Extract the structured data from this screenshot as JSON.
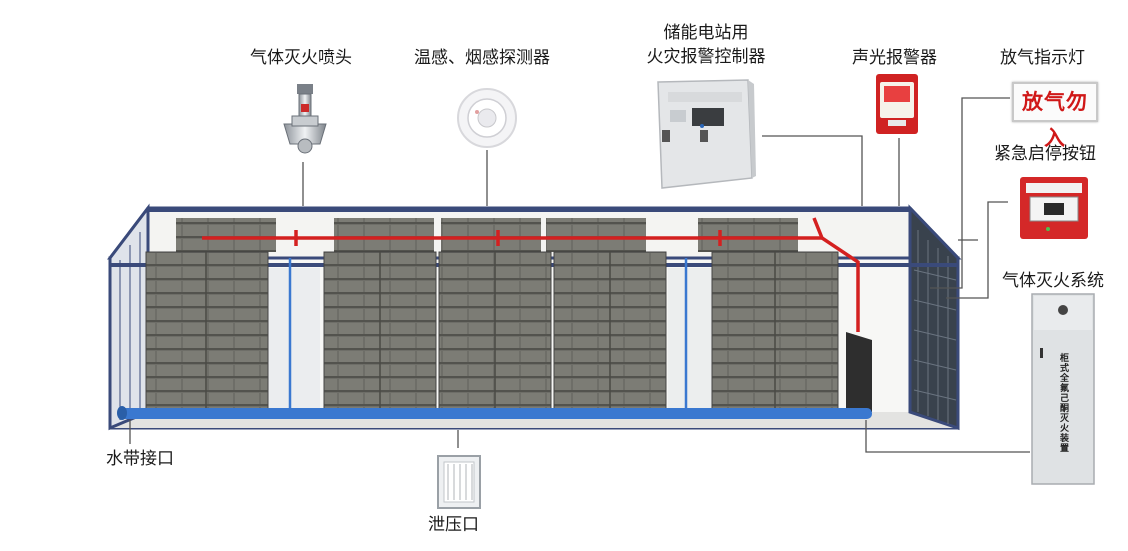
{
  "labels": {
    "nozzle": "气体灭火喷头",
    "detector": "温感、烟感探测器",
    "controller_line1": "储能电站用",
    "controller_line2": "火灾报警控制器",
    "alarm": "声光报警器",
    "release_light": "放气指示灯",
    "emergency_button": "紧急启停按钮",
    "gas_system": "气体灭火系统",
    "hose_port": "水带接口",
    "pressure_relief": "泄压口"
  },
  "devices": {
    "release_sign_text": "放气勿入",
    "cabinet_vertical_text": "柜式全氟己酮灭火装置",
    "icons": [
      "nozzle-icon",
      "smoke-detector-icon",
      "alarm-controller-panel",
      "strobe-siren-icon",
      "release-sign",
      "emergency-button-box",
      "gas-cabinet",
      "vent-grille-icon"
    ]
  },
  "colors": {
    "container_frame": "#3a4a7a",
    "pipe_red": "#d42020",
    "pipe_blue": "#3a78d0",
    "battery_gray": "#6b6b66",
    "leader_line": "#555555"
  }
}
